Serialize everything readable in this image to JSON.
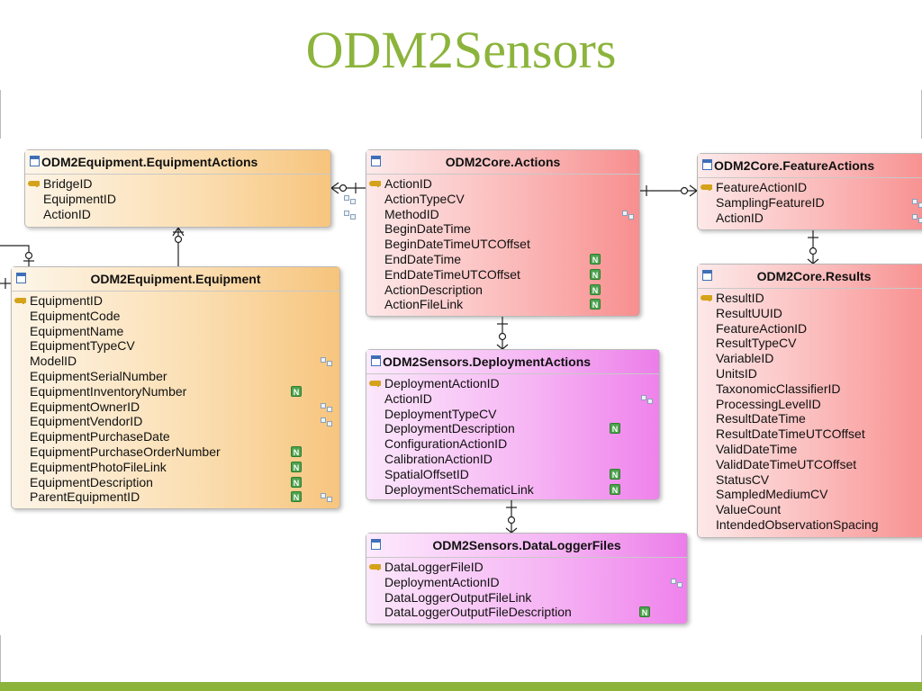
{
  "slide": {
    "title": "ODM2Sensors"
  },
  "colors": {
    "title_green": "#8cb43c",
    "equipment_orange": "#f7c57e",
    "core_red": "#f88f8f",
    "sensors_pink": "#ef82ec",
    "not_null_green": "#4ea34e",
    "key_gold": "#d4a21b"
  },
  "entities": {
    "equipment_actions": {
      "title": "ODM2Equipment.EquipmentActions",
      "fields": [
        {
          "name": "BridgeID",
          "icon": "primary-key-icon"
        },
        {
          "name": "EquipmentID",
          "icon": "foreign-key-icon"
        },
        {
          "name": "ActionID",
          "icon": "foreign-key-icon"
        }
      ]
    },
    "equipment": {
      "title": "ODM2Equipment.Equipment",
      "fields": [
        {
          "name": "EquipmentID",
          "icon": "primary-key-icon"
        },
        {
          "name": "EquipmentCode"
        },
        {
          "name": "EquipmentName"
        },
        {
          "name": "EquipmentTypeCV"
        },
        {
          "name": "ModelID",
          "icon": "foreign-key-icon"
        },
        {
          "name": "EquipmentSerialNumber"
        },
        {
          "name": "EquipmentInventoryNumber",
          "icon": "nullable-icon"
        },
        {
          "name": "EquipmentOwnerID",
          "icon": "foreign-key-icon"
        },
        {
          "name": "EquipmentVendorID",
          "icon": "foreign-key-icon"
        },
        {
          "name": "EquipmentPurchaseDate"
        },
        {
          "name": "EquipmentPurchaseOrderNumber",
          "icon": "nullable-icon"
        },
        {
          "name": "EquipmentPhotoFileLink",
          "icon": "nullable-icon"
        },
        {
          "name": "EquipmentDescription",
          "icon": "nullable-icon"
        },
        {
          "name": "ParentEquipmentID",
          "icon": "nullable-foreign-key-icon"
        }
      ]
    },
    "actions": {
      "title": "ODM2Core.Actions",
      "fields": [
        {
          "name": "ActionID",
          "icon": "primary-key-icon"
        },
        {
          "name": "ActionTypeCV"
        },
        {
          "name": "MethodID",
          "icon": "foreign-key-icon"
        },
        {
          "name": "BeginDateTime"
        },
        {
          "name": "BeginDateTimeUTCOffset"
        },
        {
          "name": "EndDateTime",
          "icon": "nullable-icon"
        },
        {
          "name": "EndDateTimeUTCOffset",
          "icon": "nullable-icon"
        },
        {
          "name": "ActionDescription",
          "icon": "nullable-icon"
        },
        {
          "name": "ActionFileLink",
          "icon": "nullable-icon"
        }
      ]
    },
    "deployment_actions": {
      "title": "ODM2Sensors.DeploymentActions",
      "fields": [
        {
          "name": "DeploymentActionID",
          "icon": "primary-key-icon"
        },
        {
          "name": "ActionID",
          "icon": "foreign-key-icon"
        },
        {
          "name": "DeploymentTypeCV"
        },
        {
          "name": "DeploymentDescription",
          "icon": "nullable-icon"
        },
        {
          "name": "ConfigurationActionID"
        },
        {
          "name": "CalibrationActionID"
        },
        {
          "name": "SpatialOffsetID",
          "icon": "nullable-icon"
        },
        {
          "name": "DeploymentSchematicLink",
          "icon": "nullable-icon"
        }
      ]
    },
    "datalogger_files": {
      "title": "ODM2Sensors.DataLoggerFiles",
      "fields": [
        {
          "name": "DataLoggerFileID",
          "icon": "primary-key-icon"
        },
        {
          "name": "DeploymentActionID",
          "icon": "foreign-key-icon"
        },
        {
          "name": "DataLoggerOutputFileLink"
        },
        {
          "name": "DataLoggerOutputFileDescription",
          "icon": "nullable-icon"
        }
      ]
    },
    "feature_actions": {
      "title": "ODM2Core.FeatureActions",
      "fields": [
        {
          "name": "FeatureActionID",
          "icon": "primary-key-icon"
        },
        {
          "name": "SamplingFeatureID",
          "icon": "foreign-key-icon"
        },
        {
          "name": "ActionID",
          "icon": "foreign-key-icon"
        }
      ]
    },
    "results": {
      "title": "ODM2Core.Results",
      "fields": [
        {
          "name": "ResultID",
          "icon": "primary-key-icon"
        },
        {
          "name": "ResultUUID"
        },
        {
          "name": "FeatureActionID"
        },
        {
          "name": "ResultTypeCV"
        },
        {
          "name": "VariableID"
        },
        {
          "name": "UnitsID"
        },
        {
          "name": "TaxonomicClassifierID"
        },
        {
          "name": "ProcessingLevelID"
        },
        {
          "name": "ResultDateTime"
        },
        {
          "name": "ResultDateTimeUTCOffset"
        },
        {
          "name": "ValidDateTime"
        },
        {
          "name": "ValidDateTimeUTCOffset"
        },
        {
          "name": "StatusCV"
        },
        {
          "name": "SampledMediumCV"
        },
        {
          "name": "ValueCount"
        },
        {
          "name": "IntendedObservationSpacing"
        }
      ]
    }
  }
}
